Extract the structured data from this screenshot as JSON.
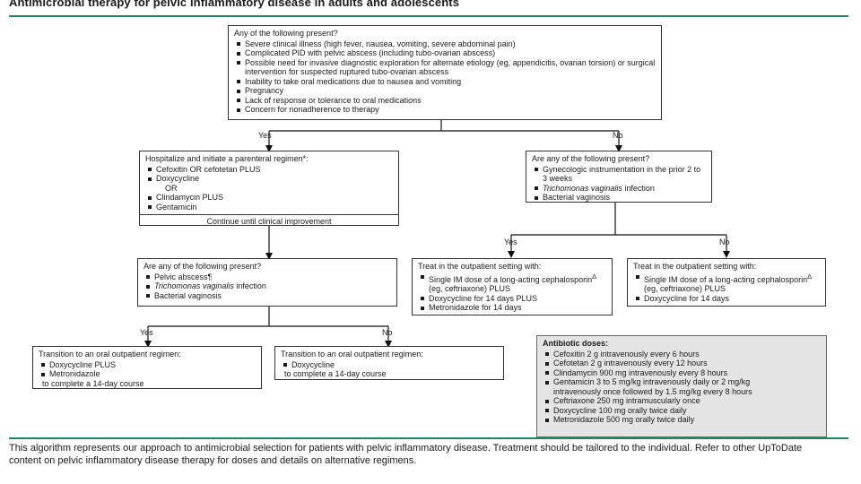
{
  "title": "Antimicrobial therapy for pelvic inflammatory disease in adults and adolescents",
  "top_question": {
    "heading": "Any of the following present?",
    "items": [
      "Severe clinical illness (high fever, nausea, vomiting, severe abdominal pain)",
      "Complicated PID with pelvic abscess (including tubo-ovarian abscess)",
      "Possible need for invasive diagnostic exploration for alternate etiology (eg, appendicitis, ovarian torsion) or surgical intervention for suspected ruptured tubo-ovarian abscess",
      "Inability to take oral medications due to nausea and vomiting",
      "Pregnancy",
      "Lack of response or tolerance to oral medications",
      "Concern for nonadherence to therapy"
    ]
  },
  "labels": {
    "yes": "Yes",
    "no": "No"
  },
  "hospitalize": {
    "heading": "Hospitalize and initiate a parenteral regimen*:",
    "item1": "Cefoxitin OR cefotetan PLUS",
    "item2": "Doxycycline",
    "or": "OR",
    "item3": "Clindamycin PLUS",
    "item4": "Gentamicin",
    "footer": "Continue until clinical improvement"
  },
  "right_question": {
    "heading": "Are any of the following present?",
    "item1": "Gynecologic instrumentation in the prior 2 to 3 weeks",
    "item2_italic": "Trichomonas vaginalis",
    "item2_rest": " infection",
    "item3": "Bacterial vaginosis"
  },
  "left_question": {
    "heading": "Are any of the following present?",
    "item1": "Pelvic abscess¶",
    "item2_italic": "Trichomonas vaginalis",
    "item2_rest": " infection",
    "item3": "Bacterial vaginosis"
  },
  "outpatient_yes": {
    "heading": "Treat in the outpatient setting with:",
    "item1a": "Single IM dose of a long-acting cephalosporin",
    "delta": "Δ",
    "item1b": " (eg, ceftriaxone) PLUS",
    "item2": "Doxycycline for 14 days PLUS",
    "item3": "Metronidazole for 14 days"
  },
  "outpatient_no": {
    "heading": "Treat in the outpatient setting with:",
    "item1a": "Single IM dose of a long-acting cephalosporin",
    "delta": "Δ",
    "item1b": " (eg, ceftriaxone) PLUS",
    "item2": "Doxycycline for 14 days"
  },
  "transition_yes": {
    "heading": "Transition to an oral outpatient regimen:",
    "item1": "Doxycycline PLUS",
    "item2": "Metronidazole",
    "tail": "to complete a 14-day course"
  },
  "transition_no": {
    "heading": "Transition to an oral outpatient regimen:",
    "item1": "Doxycycline",
    "tail": "to complete a 14-day course"
  },
  "doses": {
    "heading": "Antibiotic doses:",
    "items": [
      "Cefoxitin 2 g intravenously every 6 hours",
      "Cefotetan 2 g intravenously every 12 hours",
      "Clindamycin 900 mg intravenously every 8 hours",
      "Gentamicin 3 to 5 mg/kg intravenously daily or 2 mg/kg intravenously once followed by 1.5 mg/kg every 8 hours",
      "Ceftriaxone 250 mg intramuscularly once",
      "Doxycycline 100 mg orally twice daily",
      "Metronidazole 500 mg orally twice daily"
    ]
  },
  "footnote": "This algorithm represents our approach to antimicrobial selection for patients with pelvic inflammatory disease. Treatment should be tailored to the individual. Refer to other UpToDate content on pelvic inflammatory disease therapy for doses and details on alternative regimens."
}
